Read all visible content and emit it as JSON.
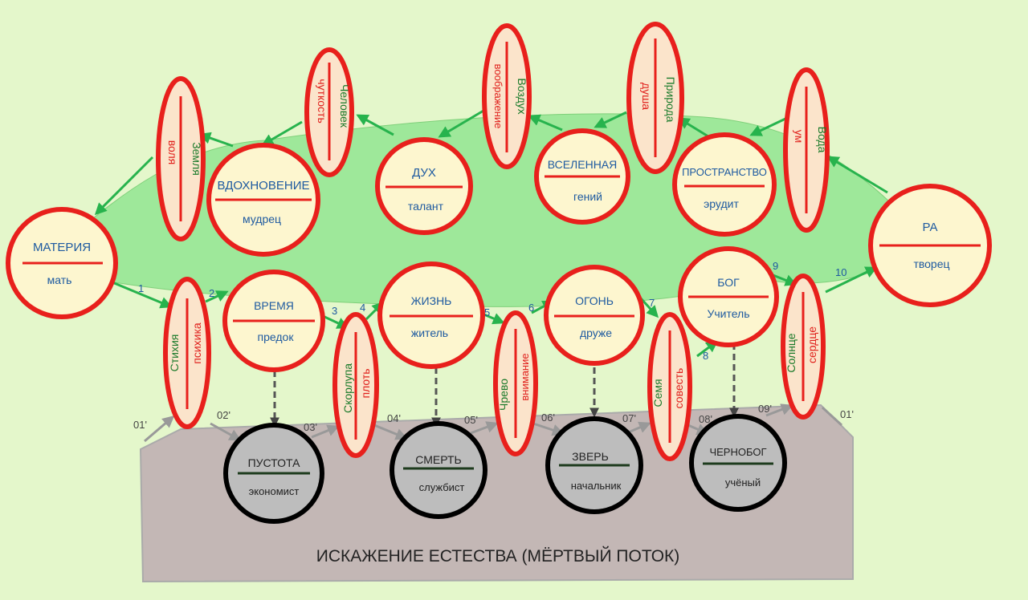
{
  "colors": {
    "background": "#e4f7cb",
    "flow_fill": "#9ee89a",
    "flow_arrow": "#27b34d",
    "node_border": "#e8201c",
    "node_fill": "#fdf6cf",
    "ellipse_fill": "#fbe4cb",
    "dead_fill": "#c3b7b5",
    "dead_node_fill": "#bdbdbd",
    "dead_node_border": "#000000",
    "dead_arrow": "#999999",
    "drop_arrow": "#555555",
    "blue_text": "#1e5aa0",
    "green_text": "#1a7a2a",
    "red_text": "#e0201c",
    "dark_text": "#222222",
    "divider_dark": "#1d3b1d"
  },
  "circles": {
    "matter": {
      "top": "МАТЕРИЯ",
      "bottom": "мать"
    },
    "inspiration": {
      "top": "ВДОХНОВЕНИЕ",
      "bottom": "мудрец"
    },
    "spirit": {
      "top": "ДУХ",
      "bottom": "талант"
    },
    "universe": {
      "top": "ВСЕЛЕННАЯ",
      "bottom": "гений"
    },
    "space": {
      "top": "ПРОСТРАНСТВО",
      "bottom": "эрудит"
    },
    "ra": {
      "top": "РА",
      "bottom": "творец"
    },
    "time": {
      "top": "ВРЕМЯ",
      "bottom": "предок"
    },
    "life": {
      "top": "ЖИЗНЬ",
      "bottom": "житель"
    },
    "fire": {
      "top": "ОГОНЬ",
      "bottom": "друже"
    },
    "god": {
      "top": "БОГ",
      "bottom": "Учитель"
    }
  },
  "ellipses": {
    "earth": {
      "green": "Земля",
      "red": "воля"
    },
    "human": {
      "green": "Человек",
      "red": "чуткость"
    },
    "air": {
      "green": "Воздух",
      "red": "воображение"
    },
    "nature": {
      "green": "Природа",
      "red": "душа"
    },
    "water": {
      "green": "Вода",
      "red": "ум"
    },
    "element": {
      "green": "Стихия",
      "red": "психика"
    },
    "shell": {
      "green": "Скорлупа",
      "red": "плоть"
    },
    "womb": {
      "green": "Чрево",
      "red": "внимание"
    },
    "seed": {
      "green": "Семя",
      "red": "совесть"
    },
    "sun": {
      "green": "Солнце",
      "red": "сердце"
    }
  },
  "dead_nodes": {
    "void": {
      "top": "ПУСТОТА",
      "bottom": "экономист"
    },
    "death": {
      "top": "СМЕРТЬ",
      "bottom": "службист"
    },
    "beast": {
      "top": "ЗВЕРЬ",
      "bottom": "начальник"
    },
    "chernobog": {
      "top": "ЧЕРНОБОГ",
      "bottom": "учёный"
    }
  },
  "step_numbers": [
    "1",
    "2",
    "3",
    "4",
    "5",
    "6",
    "7",
    "8",
    "9",
    "10"
  ],
  "dead_step_numbers": [
    "01'",
    "02'",
    "03'",
    "04'",
    "05'",
    "06'",
    "07'",
    "08'",
    "09'",
    "01'"
  ],
  "dead_flow_title": "ИСКАЖЕНИЕ  ЕСТЕСТВА  (МЁРТВЫЙ  ПОТОК)"
}
